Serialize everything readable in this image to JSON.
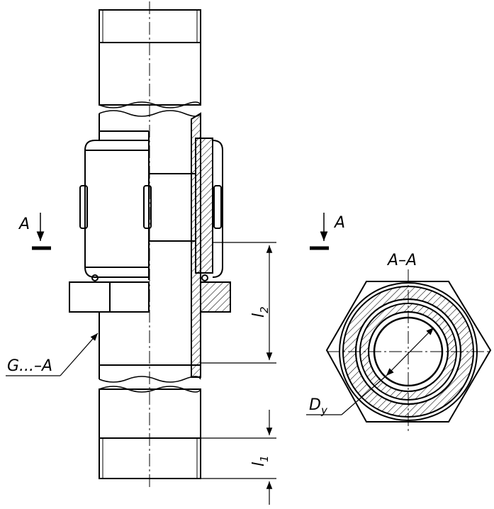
{
  "labels": {
    "section_arrow_left": "A",
    "section_arrow_right": "A",
    "section_title": "A–A",
    "thread_callout": "G...–A",
    "dim_l1": "l",
    "dim_l1_sub": "1",
    "dim_l2": "l",
    "dim_l2_sub": "2",
    "diameter": "D",
    "diameter_sub": "y"
  },
  "colors": {
    "line": "#000000",
    "background": "#ffffff"
  }
}
